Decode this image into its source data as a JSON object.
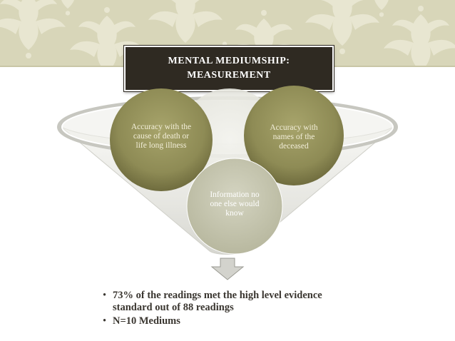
{
  "slide": {
    "title_line1": "MENTAL MEDIUMSHIP:",
    "title_line2": "MEASUREMENT"
  },
  "funnel": {
    "circles": [
      {
        "lines": [
          "Accuracy with the",
          "cause of death or",
          "life long illness"
        ]
      },
      {
        "lines": [
          "Accuracy with",
          "names of the",
          "deceased"
        ]
      },
      {
        "lines": [
          "Information no",
          "one else would",
          "know"
        ]
      }
    ]
  },
  "bullets": [
    {
      "marker": "•",
      "line1": "73% of the readings met the high level evidence",
      "line2": "standard out of  88 readings"
    },
    {
      "marker": "•",
      "line1": "N=10 Mediums",
      "line2": ""
    }
  ],
  "colors": {
    "band": "#d8d6b9",
    "title_bg": "#2f2a22",
    "circle_olive": "#8e8b55",
    "circle_light": "#c4c4ad",
    "text": "#3a3630"
  },
  "icons": {
    "decor": "damask-pattern",
    "arrow": "down-arrow-icon"
  }
}
